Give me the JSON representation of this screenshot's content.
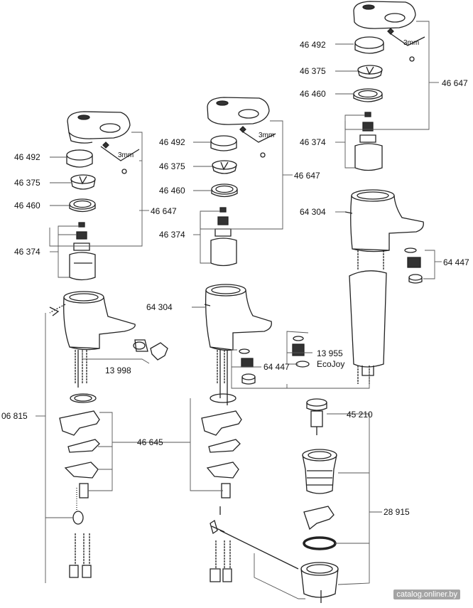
{
  "part_numbers": {
    "lever_handle": "46 492",
    "dome_cap": "46 375",
    "retaining_nut": "46 460",
    "lever_kit": "46 647",
    "cartridge": "46 374",
    "spout_body": "64 304",
    "aerator_kit": "64 447",
    "ecojoy_aerator": "13 955",
    "ecojoy_label": "EcoJoy",
    "bidet_swivel_aerator": "13 998",
    "pull_rod_set": "06 815",
    "fixing_kit": "46 645",
    "pop_up_plug": "45 210",
    "waste_set": "28 915"
  },
  "hex_key_label": "3mm",
  "watermark": "catalog.onliner.by",
  "colors": {
    "line": "#222222",
    "callout": "#555555",
    "fill": "#ffffff",
    "dark": "#333333"
  }
}
